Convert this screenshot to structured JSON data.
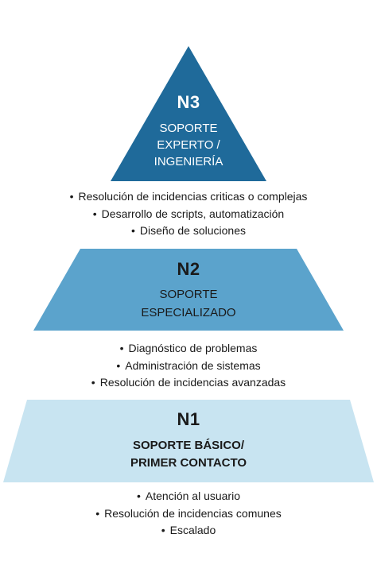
{
  "colors": {
    "n3_fill": "#1f6a9a",
    "n2_fill": "#5ba3cc",
    "n1_fill": "#c8e4f1",
    "n3_text": "#ffffff",
    "n2_text": "#1a1a1a",
    "n1_text": "#1a1a1a"
  },
  "levels": [
    {
      "code": "N3",
      "title_line1": "SOPORTE",
      "title_line2": "EXPERTO /",
      "title_line3": "INGENIERÍA",
      "items": [
        "Resolución de incidencias criticas o complejas",
        "Desarrollo de scripts, automatización",
        "Diseño de soluciones"
      ]
    },
    {
      "code": "N2",
      "title_line1": "SOPORTE",
      "title_line2": "ESPECIALIZADO",
      "items": [
        "Diagnóstico de problemas",
        "Administración de sistemas",
        "Resolución de incidencias avanzadas"
      ]
    },
    {
      "code": "N1",
      "title_line1": "SOPORTE BÁSICO/",
      "title_line2": "PRIMER CONTACTO",
      "items": [
        "Atención al usuario",
        "Resolución de incidencias comunes",
        "Escalado"
      ]
    }
  ]
}
